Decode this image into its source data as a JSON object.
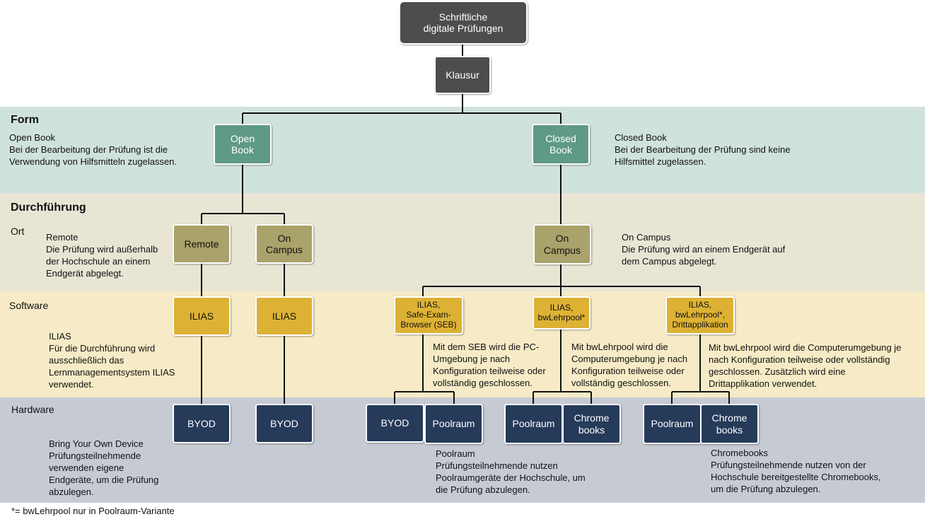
{
  "nodes": {
    "root": "Schriftliche\ndigitale Prüfungen",
    "klausur": "Klausur",
    "open_book": "Open\nBook",
    "closed_book": "Closed\nBook",
    "remote": "Remote",
    "on_campus_left": "On\nCampus",
    "on_campus_right": "On\nCampus",
    "ilias_1": "ILIAS",
    "ilias_2": "ILIAS",
    "ilias_seb": "ILIAS,\nSafe-Exam-\nBrowser (SEB)",
    "ilias_bw": "ILIAS,\nbwLehrpool*",
    "ilias_bw_dritt": "ILIAS,\nbwLehrpool*,\nDrittapplikation",
    "byod_1": "BYOD",
    "byod_2": "BYOD",
    "byod_3": "BYOD",
    "poolraum_1": "Poolraum",
    "poolraum_2": "Poolraum",
    "poolraum_3": "Poolraum",
    "chromebooks_1": "Chrome\nbooks",
    "chromebooks_2": "Chrome\nbooks"
  },
  "sections": {
    "form": "Form",
    "durchfuehrung": "Durchführung",
    "ort": "Ort",
    "software": "Software",
    "hardware": "Hardware"
  },
  "descriptions": {
    "open_book": "Open Book\nBei der Bearbeitung der Prüfung ist die\nVerwendung von Hilfsmitteln zugelassen.",
    "closed_book": "Closed Book\nBei der Bearbeitung der Prüfung sind keine\nHilfsmittel zugelassen.",
    "remote": "Remote\nDie Prüfung wird außerhalb\nder Hochschule an einem\nEndgerät abgelegt.",
    "on_campus": "On Campus\nDie Prüfung wird an einem Endgerät auf\ndem Campus abgelegt.",
    "ilias": "ILIAS\nFür die Durchführung wird\nausschließlich das\nLernmanagementsystem ILIAS\nverwendet.",
    "seb": "Mit dem SEB wird die PC-\nUmgebung je nach\nKonfiguration teilweise oder\nvollständig geschlossen.",
    "bwlehrpool": "Mit bwLehrpool wird die\nComputerumgebung je nach\nKonfiguration teilweise oder\nvollständig geschlossen.",
    "bwlehrpool_dritt": "Mit bwLehrpool wird die Computerumgebung je\nnach Konfiguration teilweise oder vollständig\ngeschlossen. Zusätzlich wird eine\nDrittapplikation verwendet.",
    "byod": "Bring Your Own Device\nPrüfungsteilnehmende\nverwenden eigene\nEndgeräte, um die Prüfung\nabzulegen.",
    "poolraum": "Poolraum\nPrüfungsteilnehmende nutzen\nPoolraumgeräte der Hochschule, um\ndie Prüfung abzulegen.",
    "chromebooks": "Chromebooks\nPrüfungsteilnehmende nutzen von der\nHochschule bereitgestellte Chromebooks,\num die Prüfung abzulegen."
  },
  "footnote": "*= bwLehrpool nur in Poolraum-Variante",
  "colors": {
    "form_band": "#d0e2dd",
    "durchfuehrung_band": "#e8e5d5",
    "software_band": "#f6ebc6",
    "hardware_band": "#c6cbd3",
    "dark_node": "#4d4d4d",
    "green_node": "#5f9a86",
    "olive_node": "#a9a26a",
    "gold_node": "#ddb234",
    "navy_node": "#263a5a"
  }
}
